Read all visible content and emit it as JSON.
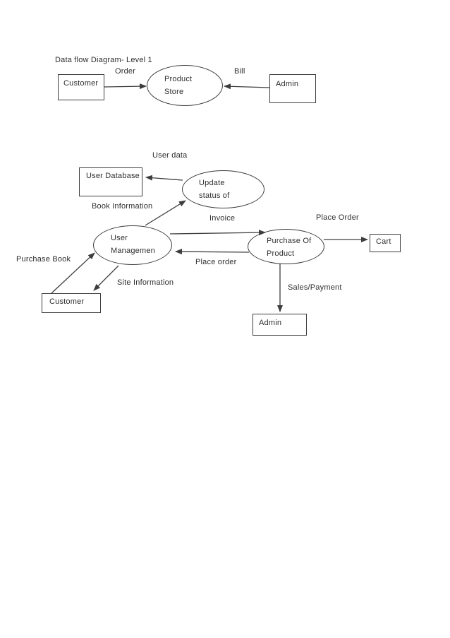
{
  "document": {
    "title": "Data flow Diagram- Level 1"
  },
  "top_diagram": {
    "nodes": {
      "customer": "Customer",
      "product_store": {
        "line1": "Product",
        "line2": "Store"
      },
      "admin": "Admin"
    },
    "flows": {
      "order": "Order",
      "bill": "Bill"
    }
  },
  "level1_diagram": {
    "nodes": {
      "user_database": "User Database",
      "update_status": {
        "line1": "Update",
        "line2": "status of"
      },
      "user_management": {
        "line1": "User",
        "line2": "Managemen"
      },
      "purchase_of_product": {
        "line1": "Purchase Of",
        "line2": "Product"
      },
      "cart": "Cart",
      "customer": "Customer",
      "admin": "Admin"
    },
    "flows": {
      "user_data": "User data",
      "book_information": "Book Information",
      "invoice": "Invoice",
      "place_order_to_cart": "Place Order",
      "purchase_book": "Purchase Book",
      "place_order": "Place order",
      "site_information": "Site Information",
      "sales_payment": "Sales/Payment"
    }
  },
  "colors": {
    "stroke": "#3d3d3d",
    "text": "#2e2e2e",
    "background": "#ffffff"
  }
}
